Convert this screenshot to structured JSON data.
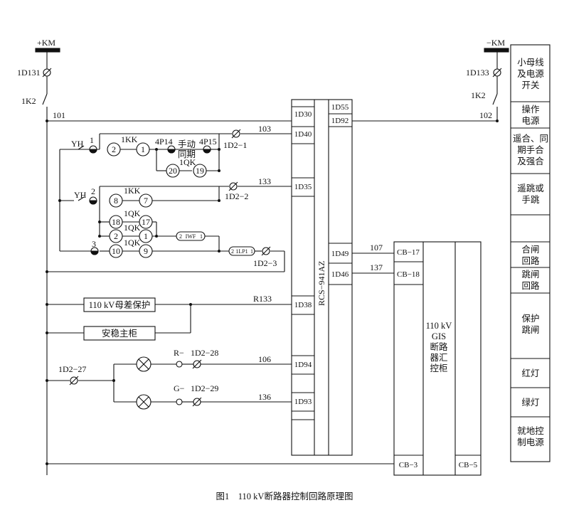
{
  "caption": "图1　110 kV断路器控制回路原理图",
  "rails": {
    "left_bus": "+KM",
    "right_bus": "−KM",
    "left_terminal": "1D131",
    "right_terminal": "1D133",
    "left_switch": "1K2",
    "right_switch": "1K2",
    "left_node": "101",
    "right_node": "102"
  },
  "wires": {
    "w103": "103",
    "w133": "133",
    "r133": "R133",
    "w106": "106",
    "w136": "136",
    "w107": "107",
    "w137": "137"
  },
  "terminals": {
    "d2_1": "1D2−1",
    "d2_2": "1D2−2",
    "d2_3": "1D2−3",
    "d2_27": "1D2−27",
    "d2_28": "1D2−28",
    "d2_29": "1D2−29"
  },
  "components": {
    "yh1": "YH",
    "yh1_num": "1",
    "yh2": "YH",
    "yh2_num": "2",
    "kk1": "1KK",
    "kk2": "1KK",
    "qk1": "1QK",
    "qk2": "1QK",
    "qk3": "1QK",
    "qk4": "1QK",
    "p14": "4P14",
    "p15": "4P15",
    "manual_sync": "手动",
    "manual_sync2": "同期",
    "n3": "3",
    "lamp_r": "R−",
    "lamp_g": "G−",
    "iwf": "IWF",
    "lpi": "1LP1"
  },
  "contacts": [
    "2",
    "1",
    "20",
    "19",
    "8",
    "7",
    "18",
    "17",
    "2",
    "1",
    "10",
    "9",
    "2",
    "1",
    "2",
    "1"
  ],
  "boxes": {
    "bus_diff": "110 kV母差保护",
    "stability": "安稳主柜"
  },
  "rcs": {
    "name": "RCS−941AZ",
    "left_col": [
      "1D30",
      "1D40",
      "1D35",
      "1D38",
      "1D94",
      "1D93"
    ],
    "right_col": [
      "1D55",
      "1D92",
      "1D49",
      "1D46"
    ]
  },
  "gis": {
    "title_lines": [
      "110 kV",
      "GIS",
      "断路",
      "器汇",
      "控柜"
    ],
    "ports": [
      "CB−17",
      "CB−18",
      "CB−3",
      "CB−5"
    ]
  },
  "legend": [
    "小母线及电源开关",
    "操作电源",
    "遥合、同期手合及强合",
    "遥跳或手跳",
    "",
    "合闸回路",
    "跳闸回路",
    "保护跳闸",
    "红灯",
    "绿灯",
    "就地控制电源"
  ],
  "legend_lines": [
    [
      "小母线",
      "及电源",
      "开关"
    ],
    [
      "操作",
      "电源"
    ],
    [
      "遥合、同",
      "期手合",
      "及强合"
    ],
    [
      "遥跳或",
      "手跳"
    ],
    [],
    [
      "合闸",
      "回路"
    ],
    [
      "跳闸",
      "回路"
    ],
    [
      "保护",
      "跳闸"
    ],
    [
      "红灯"
    ],
    [
      "绿灯"
    ],
    [
      "就地控",
      "制电源"
    ]
  ]
}
